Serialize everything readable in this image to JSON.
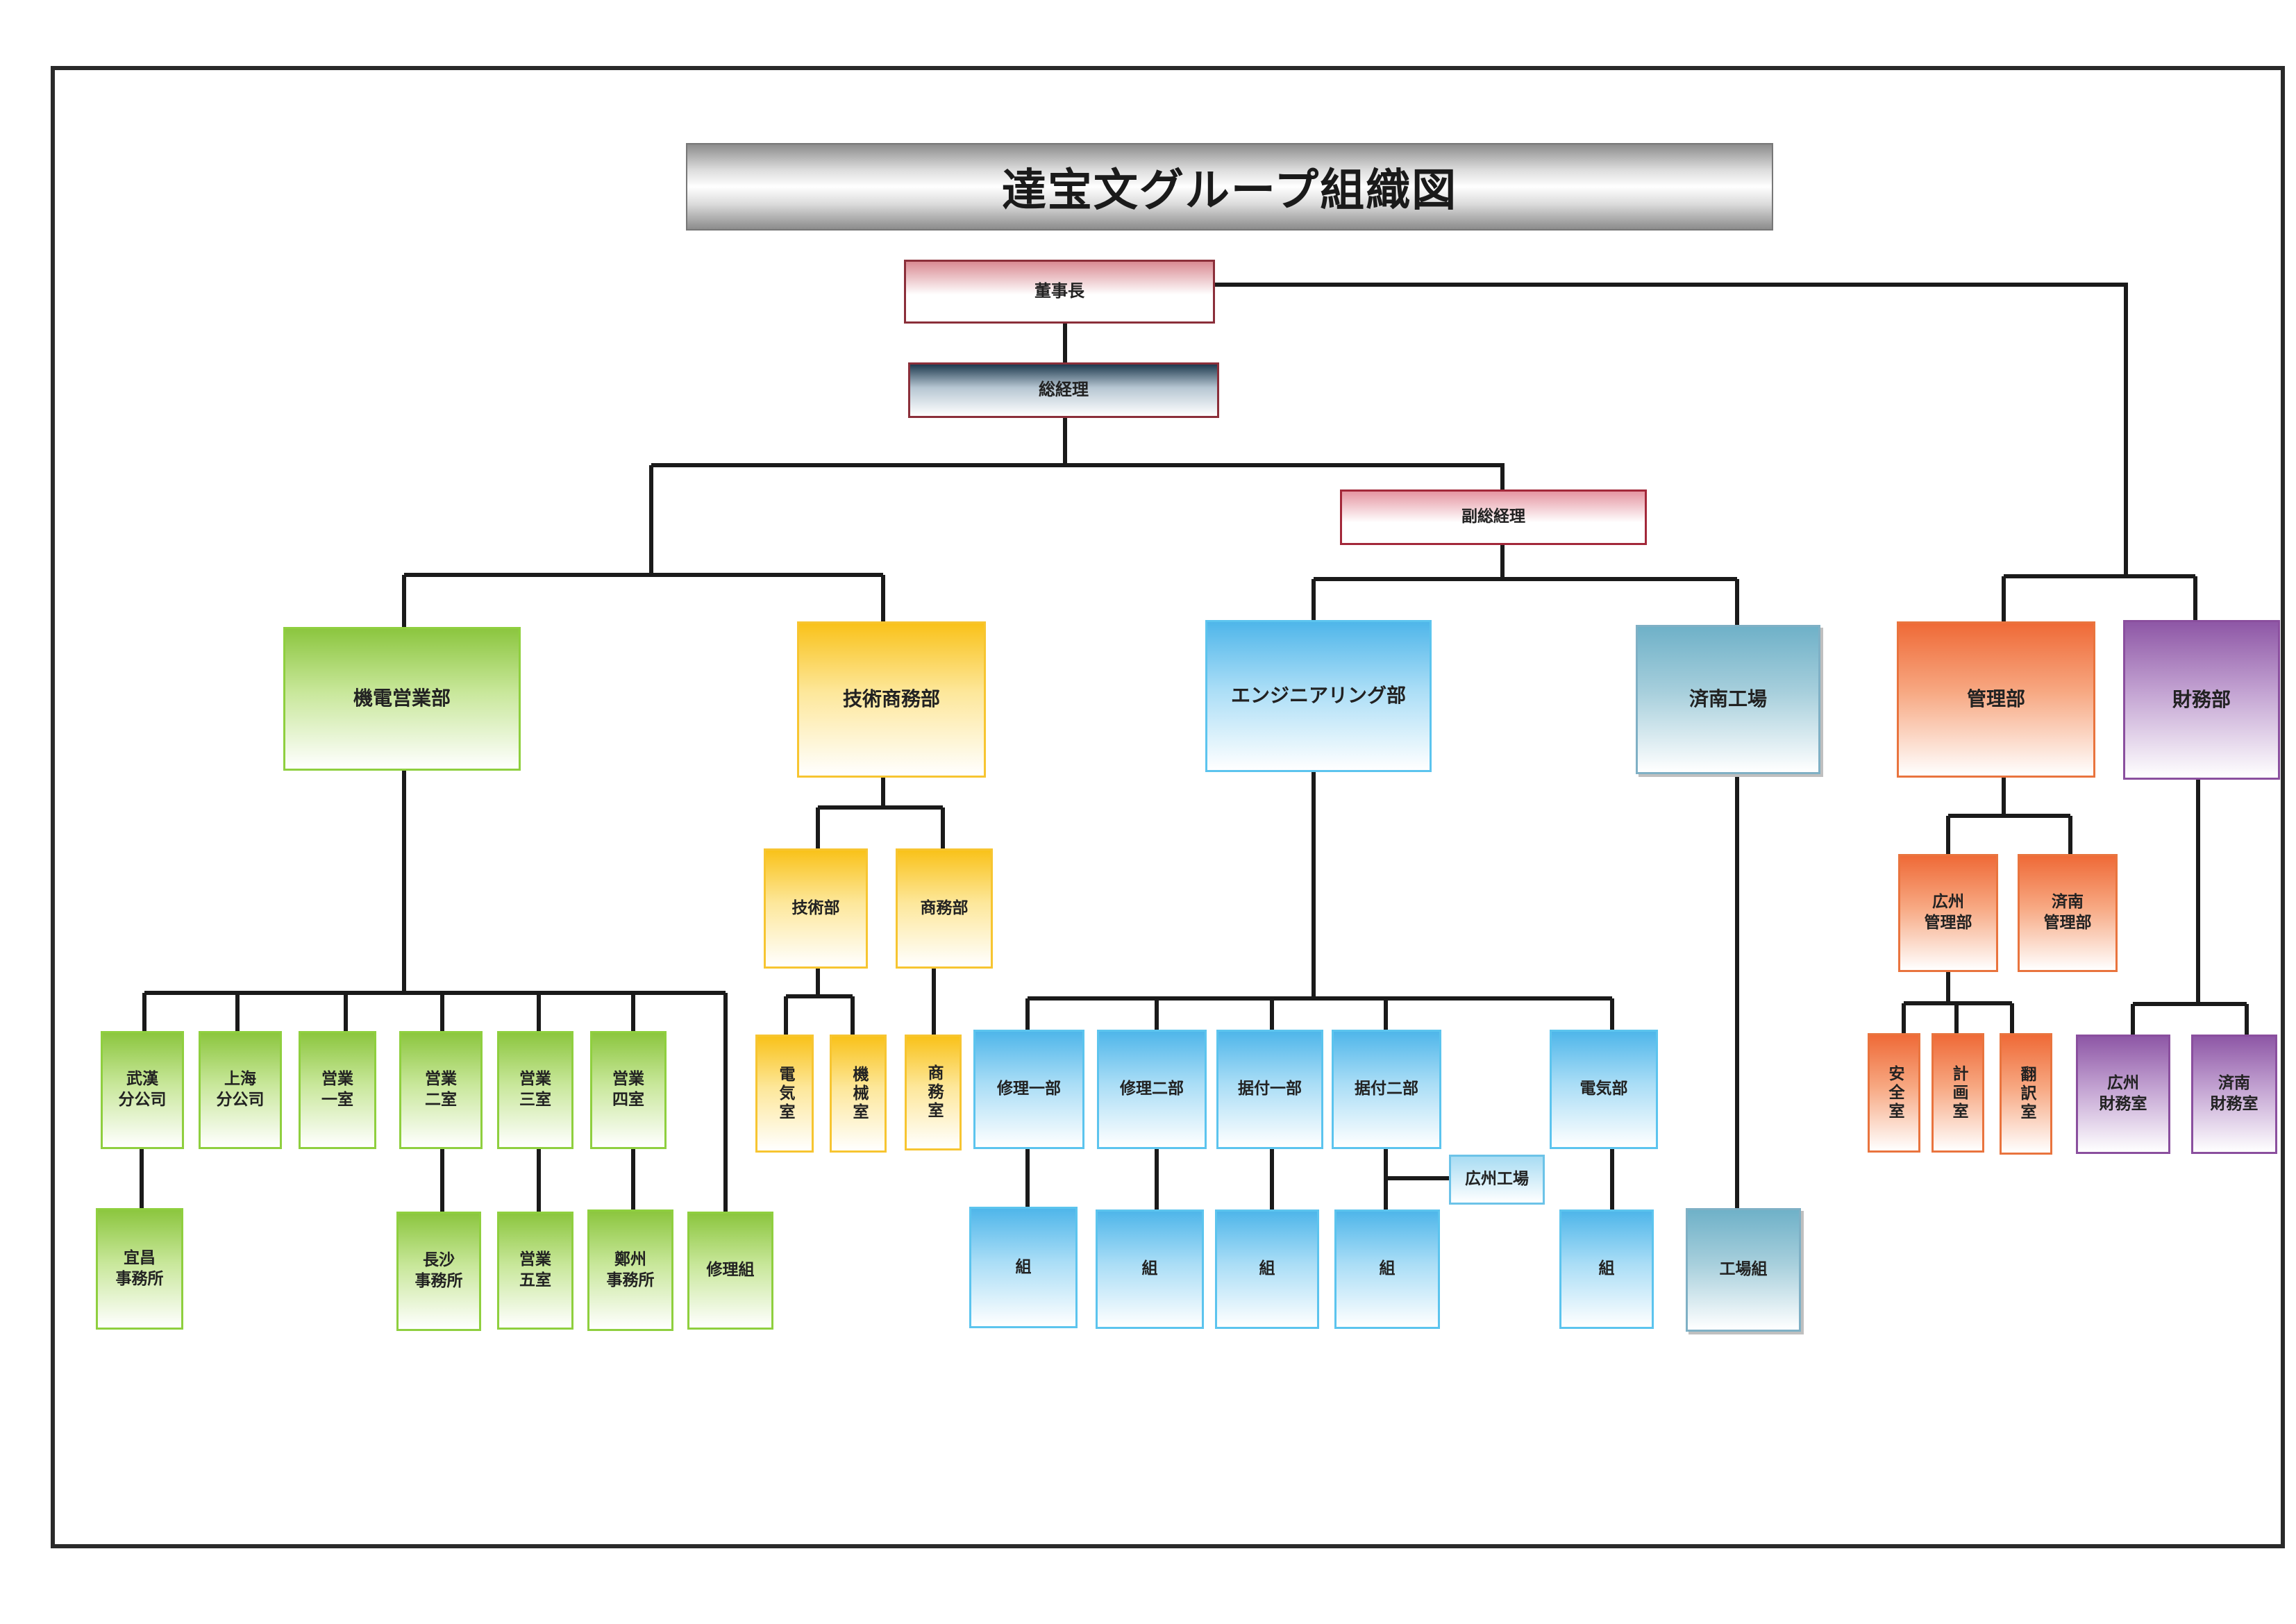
{
  "title": "達宝文グループ組織図",
  "colors": {
    "line": "#1a1a1a",
    "green": "#8cc63f",
    "yellow": "#f9c21a",
    "blue": "#4fb6ea",
    "teal": "#6fb1c8",
    "orange": "#ef6a37",
    "purple": "#8e57a6",
    "red": "#8b2f3a"
  },
  "nodes": {
    "chairman": "董事長",
    "gm": "総経理",
    "deputy_gm": "副総経理",
    "sales_dept": "機電営業部",
    "tech_business_dept": "技術商務部",
    "engineering_dept": "エンジニアリング部",
    "jinan_factory": "済南工場",
    "admin_dept": "管理部",
    "finance_dept": "財務部",
    "wuhan_branch": [
      "武漢",
      "分公司"
    ],
    "shanghai_branch": [
      "上海",
      "分公司"
    ],
    "sales_room_1": [
      "営業",
      "一室"
    ],
    "sales_room_2": [
      "営業",
      "二室"
    ],
    "sales_room_3": [
      "営業",
      "三室"
    ],
    "sales_room_4": [
      "営業",
      "四室"
    ],
    "yichang_office": [
      "宜昌",
      "事務所"
    ],
    "changsha_office": [
      "長沙",
      "事務所"
    ],
    "sales_room_5": [
      "営業",
      "五室"
    ],
    "zhengzhou_office": [
      "鄭州",
      "事務所"
    ],
    "repair_team": "修理組",
    "tech_dept": "技術部",
    "business_dept": "商務部",
    "electric_room": "電気室",
    "machine_room": "機械室",
    "business_room": "商務室",
    "repair_1": "修理一部",
    "repair_2": "修理二部",
    "install_1": "据付一部",
    "install_2": "据付二部",
    "electric_dept": "電気部",
    "guangzhou_factory": "広州工場",
    "team_label": "組",
    "factory_team": "工場組",
    "guangzhou_admin": [
      "広州",
      "管理部"
    ],
    "jinan_admin": [
      "済南",
      "管理部"
    ],
    "safety_room": "安全室",
    "planning_room": "計画室",
    "translation_room": "翻訳室",
    "guangzhou_finance": [
      "広州",
      "財務室"
    ],
    "jinan_finance": [
      "済南",
      "財務室"
    ]
  }
}
